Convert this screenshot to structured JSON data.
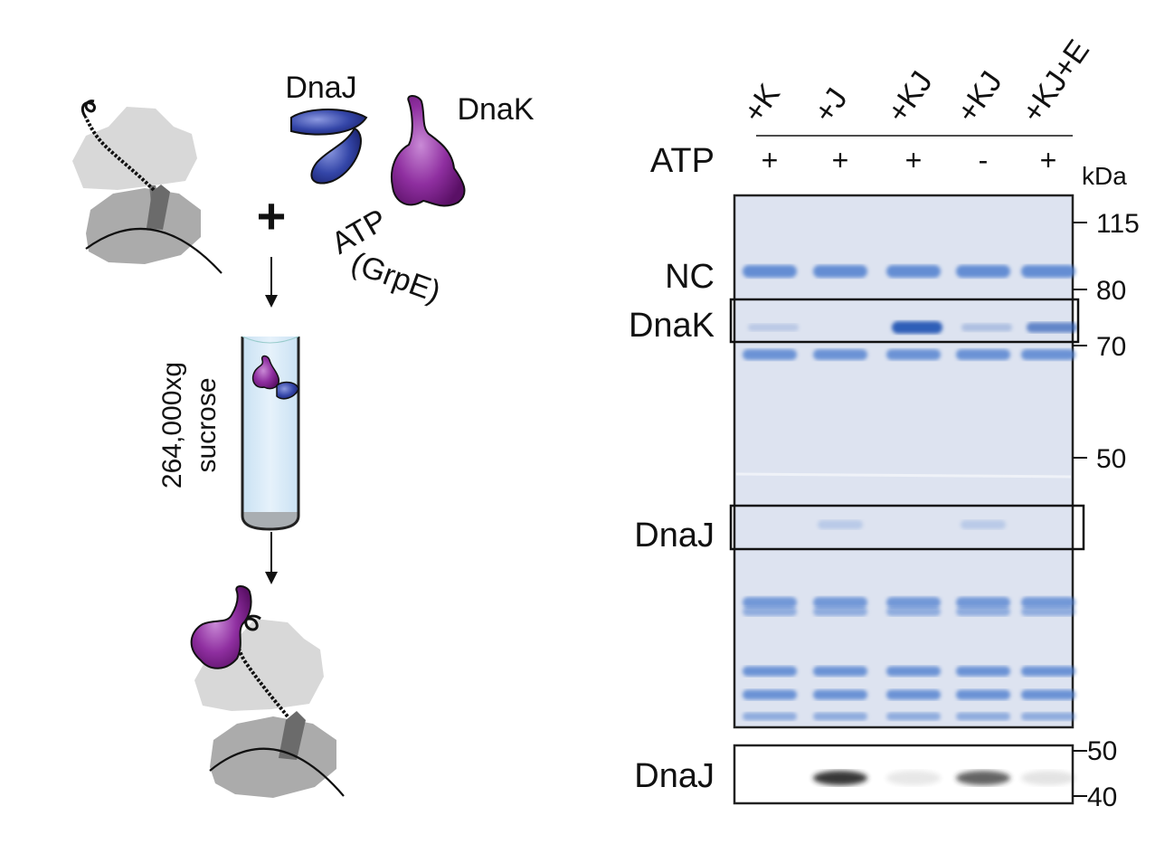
{
  "schematic": {
    "dnaj_label": "DnaJ",
    "dnak_label": "DnaK",
    "plus_sign": "+",
    "atp_label": "ATP",
    "grpe_label": "(GrpE)",
    "speed_label": "264,000xg",
    "sucrose_label": "sucrose"
  },
  "gel": {
    "lanes": [
      {
        "label": "+K",
        "atp": "+"
      },
      {
        "label": "+J",
        "atp": "+"
      },
      {
        "label": "+KJ",
        "atp": "+"
      },
      {
        "label": "+KJ",
        "atp": "-"
      },
      {
        "label": "+KJ+E",
        "atp": "+"
      }
    ],
    "atp_row_label": "ATP",
    "kda_label": "kDa",
    "markers": [
      "115",
      "80",
      "70",
      "50"
    ],
    "band_labels": {
      "nc": "NC",
      "dnak": "DnaK",
      "dnaj": "DnaJ"
    },
    "western": {
      "label": "DnaJ",
      "markers": [
        "50",
        "40"
      ],
      "intensity": [
        0.0,
        0.9,
        0.1,
        0.7,
        0.12
      ]
    },
    "dnak_intensity": [
      0.05,
      0.0,
      0.95,
      0.12,
      0.55
    ],
    "dnaj_intensity": [
      0.0,
      0.25,
      0.0,
      0.25,
      0.0
    ],
    "colors": {
      "gel_bg": "#dde3f0",
      "band": "#4f7fcf",
      "dnaj_protein": "#3a4aa8",
      "dnak_protein": "#8a2a9a",
      "tube_fill": "#dcecf7",
      "ribosome_light": "#d6d6d6",
      "ribosome_dark": "#a9a9a9"
    }
  }
}
